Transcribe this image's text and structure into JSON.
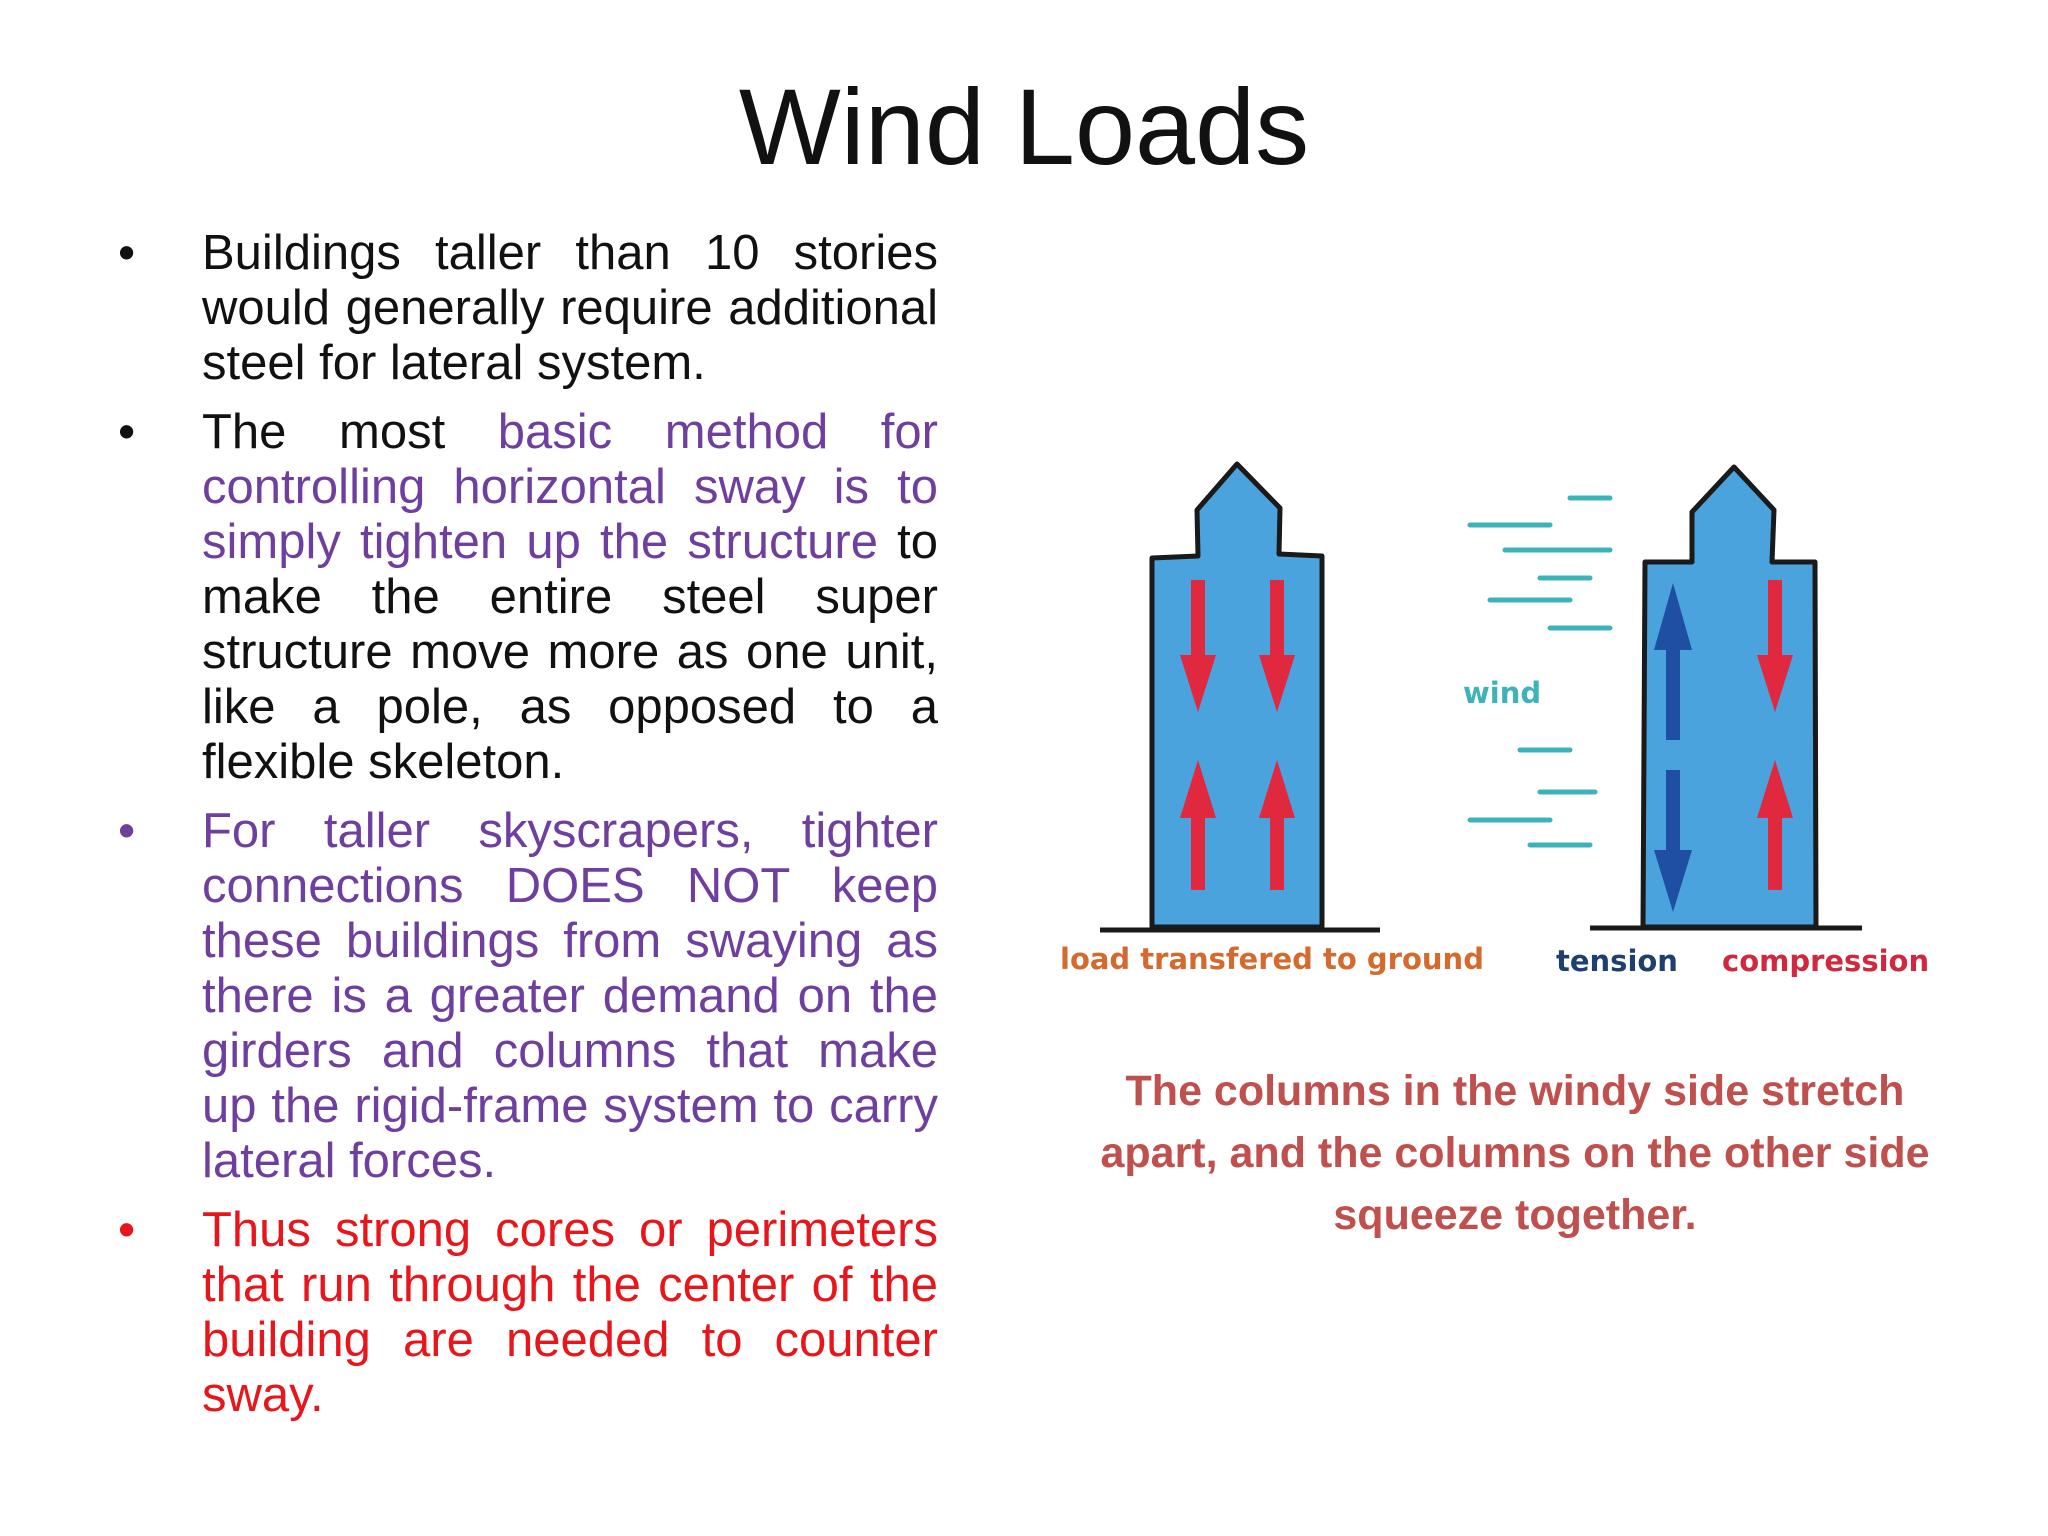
{
  "slide": {
    "title": "Wind Loads",
    "bullets": [
      {
        "marker": "•",
        "segments": [
          {
            "text": "Buildings taller than 10 stories would generally require additional steel for lateral system.",
            "color": "black"
          }
        ]
      },
      {
        "marker": "•",
        "segments": [
          {
            "text": "The most ",
            "color": "black"
          },
          {
            "text": "basic method for controlling horizontal sway is to simply tighten up the structure",
            "color": "purple"
          },
          {
            "text": " to make the entire steel super structure move more as one unit, like a pole, as opposed to a flexible skeleton.",
            "color": "black"
          }
        ]
      },
      {
        "marker": "•",
        "segments": [
          {
            "text": "For taller skyscrapers, tighter connections DOES NOT keep these buildings from swaying as there is a greater demand on the girders and columns that make up the rigid-frame system to carry lateral forces.",
            "color": "purple"
          }
        ]
      },
      {
        "marker": "•",
        "segments": [
          {
            "text": "Thus strong cores or perimeters that run through the center of the building are needed to counter sway.",
            "color": "red"
          }
        ]
      }
    ],
    "figure": {
      "label_left": "load transfered to ground",
      "label_wind": "wind",
      "label_tension": "tension",
      "label_compression": "compression"
    },
    "caption": "The columns in the windy side stretch apart, and the columns on the other side squeeze together."
  },
  "colors": {
    "black": "#111111",
    "purple": "#6f3fa0",
    "red": "#e8161b",
    "caption": "#c0504d",
    "building": "#4aa3dc",
    "arrow_red": "#e0283e",
    "arrow_blue": "#1f4fa3",
    "wind": "#3bb3b8"
  }
}
